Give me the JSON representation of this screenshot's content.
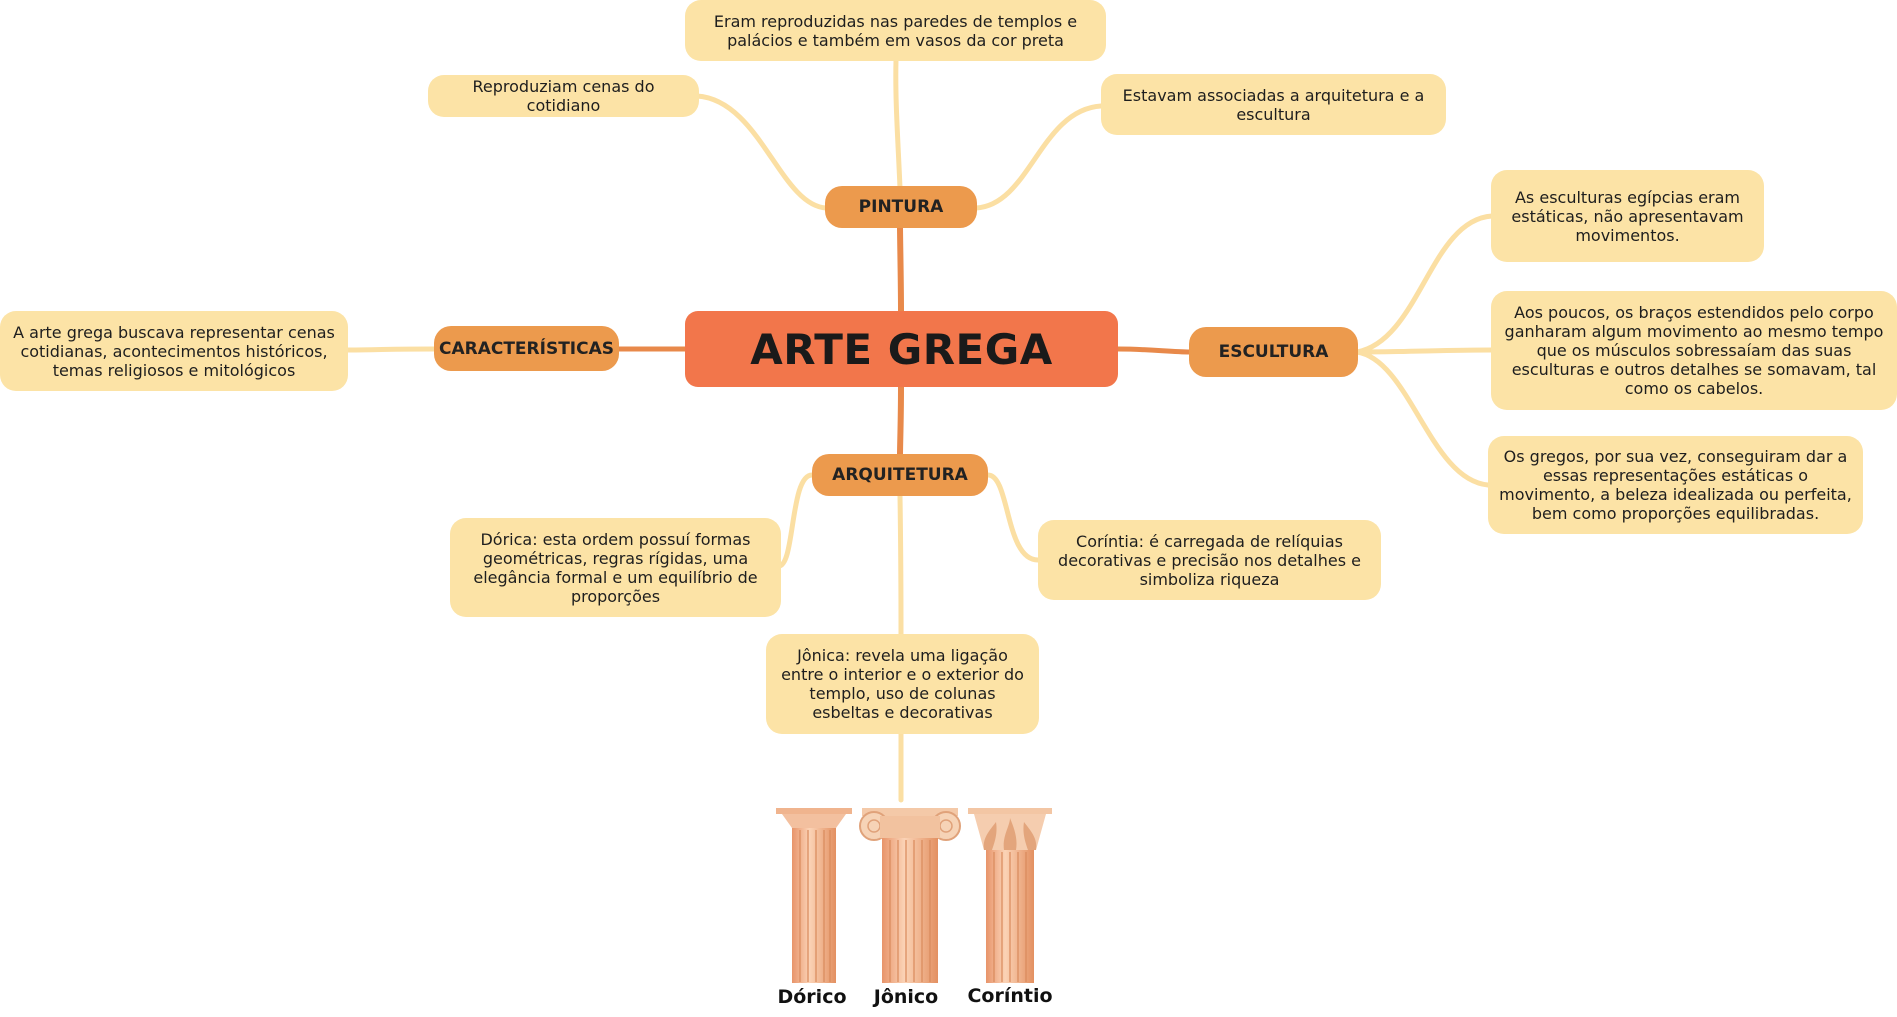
{
  "central": "ARTE GREGA",
  "branches": {
    "pintura": "PINTURA",
    "caracteristicas": "CARACTERÍSTICAS",
    "escultura": "ESCULTURA",
    "arquitetura": "ARQUITETURA"
  },
  "pintura_leaves": {
    "paredes": "Eram reproduzidas nas paredes de templos e palácios e também em vasos da cor preta",
    "cotidiano": "Reproduziam cenas do cotidiano",
    "associadas": "Estavam associadas a arquitetura e a escultura"
  },
  "caracteristicas_leaves": {
    "cenas": "A arte grega buscava representar cenas cotidianas, acontecimentos históricos, temas religiosos e mitológicos"
  },
  "escultura_leaves": {
    "egipcias": "As esculturas egípcias eram estáticas, não apresentavam movimentos.",
    "bracos": "Aos poucos, os braços estendidos pelo corpo ganharam algum movimento ao mesmo tempo que os músculos sobressaíam das suas esculturas e outros detalhes se somavam, tal como os cabelos.",
    "gregos": "Os gregos, por sua vez, conseguiram dar a essas representações estáticas o movimento, a beleza idealizada ou perfeita, bem como proporções equilibradas."
  },
  "arquitetura_leaves": {
    "dorica": "Dórica: esta ordem possuí formas geométricas, regras rígidas, uma elegância formal e um equilíbrio de proporções",
    "corintia": "Coríntia: é carregada de relíquias decorativas e precisão nos detalhes e simboliza riqueza",
    "jonica": "Jônica: revela uma ligação entre o interior e o exterior do templo, uso de colunas esbeltas e decorativas"
  },
  "columns_image": {
    "labels": [
      "Dórico",
      "Jônico",
      "Coríntio"
    ]
  },
  "colors": {
    "central": "#f2764b",
    "branch": "#ec9a4d",
    "leaf": "#fce3a6",
    "edge_main": "#e8894a",
    "edge_leaf": "#fbdfa3"
  }
}
